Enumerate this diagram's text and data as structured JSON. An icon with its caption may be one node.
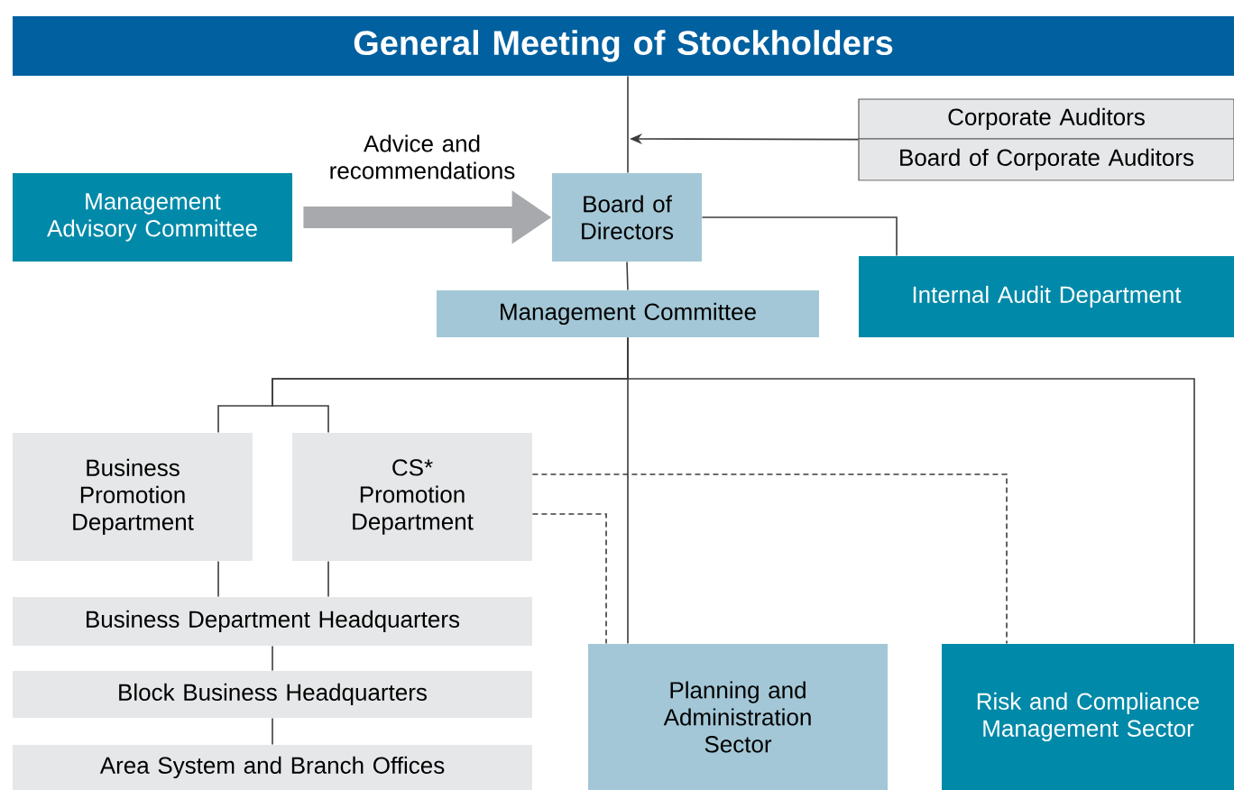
{
  "diagram": {
    "nodes": [
      {
        "text": [
          "General Meeting of Stockholders"
        ]
      },
      {
        "text": [
          "Corporate Auditors"
        ]
      },
      {
        "text": [
          "Board of Corporate Auditors"
        ]
      },
      {
        "text": [
          "Management Advisory Committee"
        ]
      },
      {
        "text": [
          "Board of Directors"
        ]
      },
      {
        "text": [
          "Management Committee"
        ]
      },
      {
        "text": [
          "Internal Audit Department"
        ]
      },
      {
        "text": [
          "Business Promotion Department"
        ]
      },
      {
        "text": [
          "CS* Promotion Department"
        ]
      },
      {
        "text": [
          "Business Department Headquarters"
        ]
      },
      {
        "text": [
          "Block Business Headquarters"
        ]
      },
      {
        "text": [
          "Area System and Branch Offices"
        ]
      },
      {
        "text": [
          "Planning and Administration Sector"
        ]
      },
      {
        "text": [
          "Risk and Compliance Management Sector"
        ]
      }
    ],
    "edges": [
      {
        "from": 0,
        "to": 4,
        "arrow": "none"
      },
      {
        "from": 1,
        "to": null,
        "arrow": "to"
      },
      {
        "from": 3,
        "to": 4,
        "arrow": "to",
        "label": "Advice and recommendations",
        "style": "thick",
        "color": "#a7a9ac"
      },
      {
        "from": 4,
        "to": 6,
        "arrow": "none"
      },
      {
        "from": 4,
        "to": 5,
        "arrow": "none"
      },
      {
        "from": 5,
        "to": 7,
        "arrow": "none"
      },
      {
        "from": 5,
        "to": 8,
        "arrow": "none"
      },
      {
        "from": 5,
        "to": 12,
        "arrow": "none"
      },
      {
        "from": 5,
        "to": 13,
        "arrow": "none"
      },
      {
        "from": 7,
        "to": 9,
        "arrow": "none"
      },
      {
        "from": 8,
        "to": 9,
        "arrow": "none"
      },
      {
        "from": 9,
        "to": 10,
        "arrow": "none"
      },
      {
        "from": 10,
        "to": 11,
        "arrow": "none"
      },
      {
        "from": 8,
        "to": 13,
        "arrow": "none",
        "style": "dashed"
      },
      {
        "from": 8,
        "to": 12,
        "arrow": "none",
        "style": "dashed"
      }
    ]
  }
}
